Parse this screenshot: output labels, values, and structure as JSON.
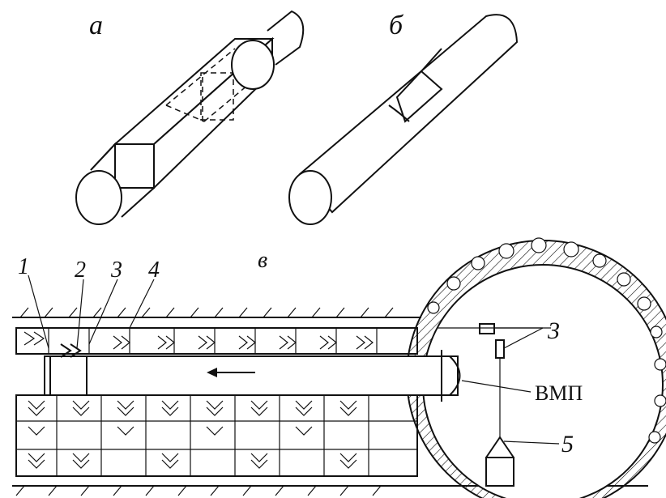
{
  "labels": {
    "panel_a": "а",
    "panel_b": "б",
    "panel_c": "в",
    "n1": "1",
    "n2": "2",
    "n3": "3",
    "n4": "4",
    "n3_right": "3",
    "vmp": "ВМП",
    "n5": "5"
  },
  "colors": {
    "ink": "#111111",
    "paper": "#ffffff"
  }
}
